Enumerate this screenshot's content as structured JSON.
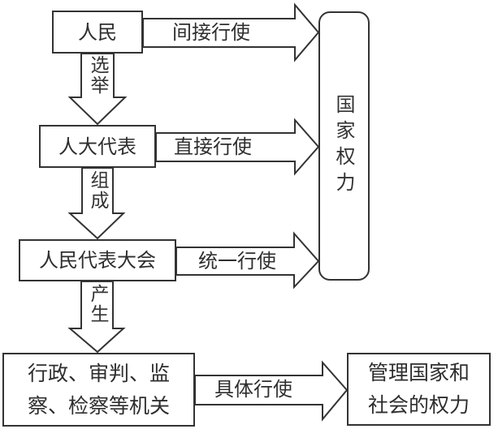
{
  "title": "国家权力行使示意图",
  "nodes": {
    "people": "人民",
    "deputies": "人大代表",
    "congress": "人民代表大会",
    "organs_line1": "行政、审判、监",
    "organs_line2": "察、检察等机关",
    "state_power": "国家权力",
    "manage_line1": "管理国家和",
    "manage_line2": "社会的权力"
  },
  "edges": {
    "people_to_power": "间接行使",
    "deputies_to_power": "直接行使",
    "congress_to_power": "统一行使",
    "organs_to_manage": "具体行使",
    "people_to_deputies": "选举",
    "deputies_to_congress": "组成",
    "congress_to_organs": "产生"
  }
}
